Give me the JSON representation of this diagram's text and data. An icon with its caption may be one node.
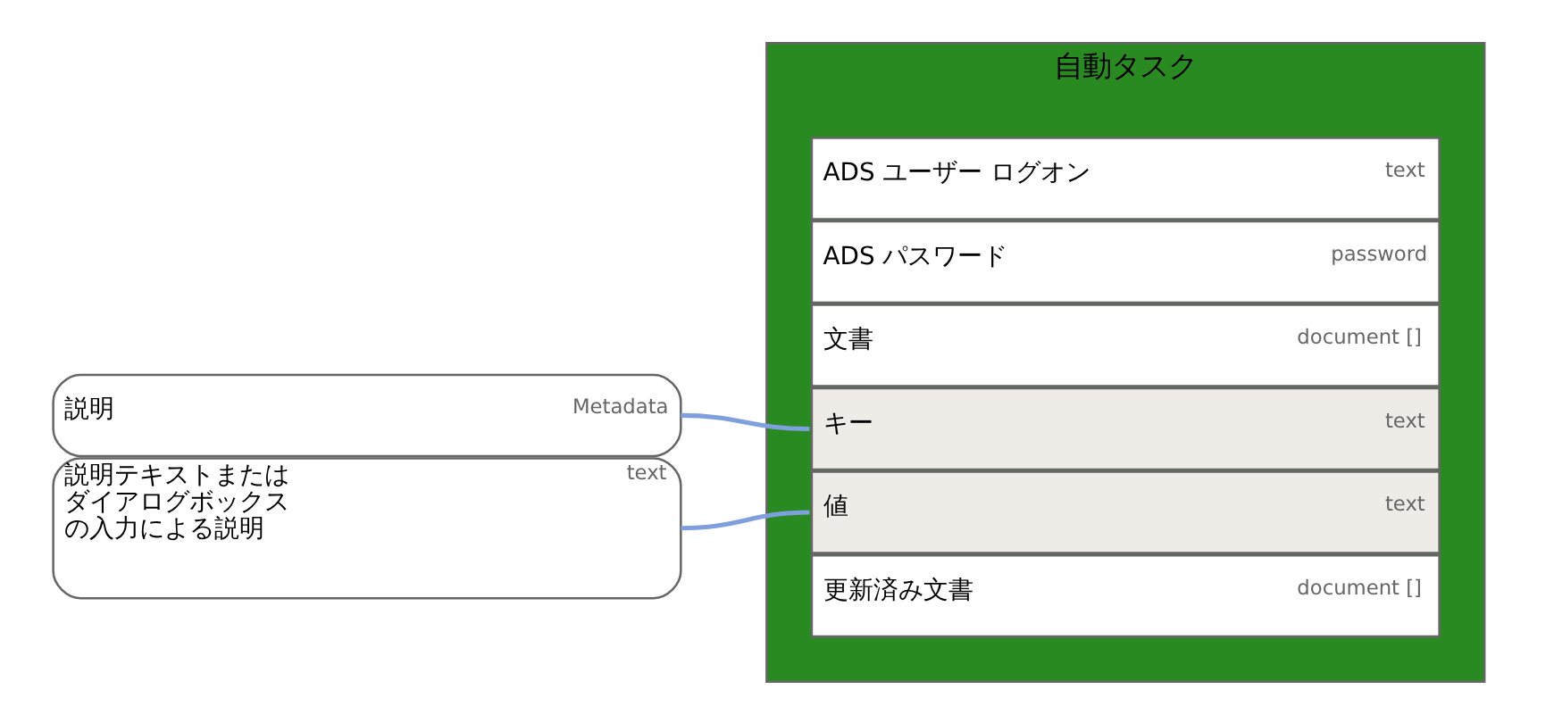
{
  "diagram": {
    "nodes": [
      {
        "text": [
          "自動タスク"
        ]
      },
      {
        "text": [
          "ADS ユーザー ログオン",
          "text"
        ],
        "in": 0
      },
      {
        "text": [
          "ADS パスワード",
          "password"
        ],
        "in": 0
      },
      {
        "text": [
          "文書",
          "document []"
        ],
        "in": 0
      },
      {
        "text": [
          "キー",
          "text"
        ],
        "in": 0
      },
      {
        "text": [
          "値",
          "text"
        ],
        "in": 0
      },
      {
        "text": [
          "更新済み文書",
          "document []"
        ],
        "in": 0
      },
      {
        "text": [
          "説明",
          "Metadata"
        ]
      },
      {
        "text": [
          "説明テキストまたはダイアログボックスの入力による説明",
          "text"
        ]
      }
    ],
    "edges": [
      {
        "from": 7,
        "to": 4,
        "arrow": "none"
      },
      {
        "from": 8,
        "to": 5,
        "arrow": "none"
      }
    ]
  }
}
